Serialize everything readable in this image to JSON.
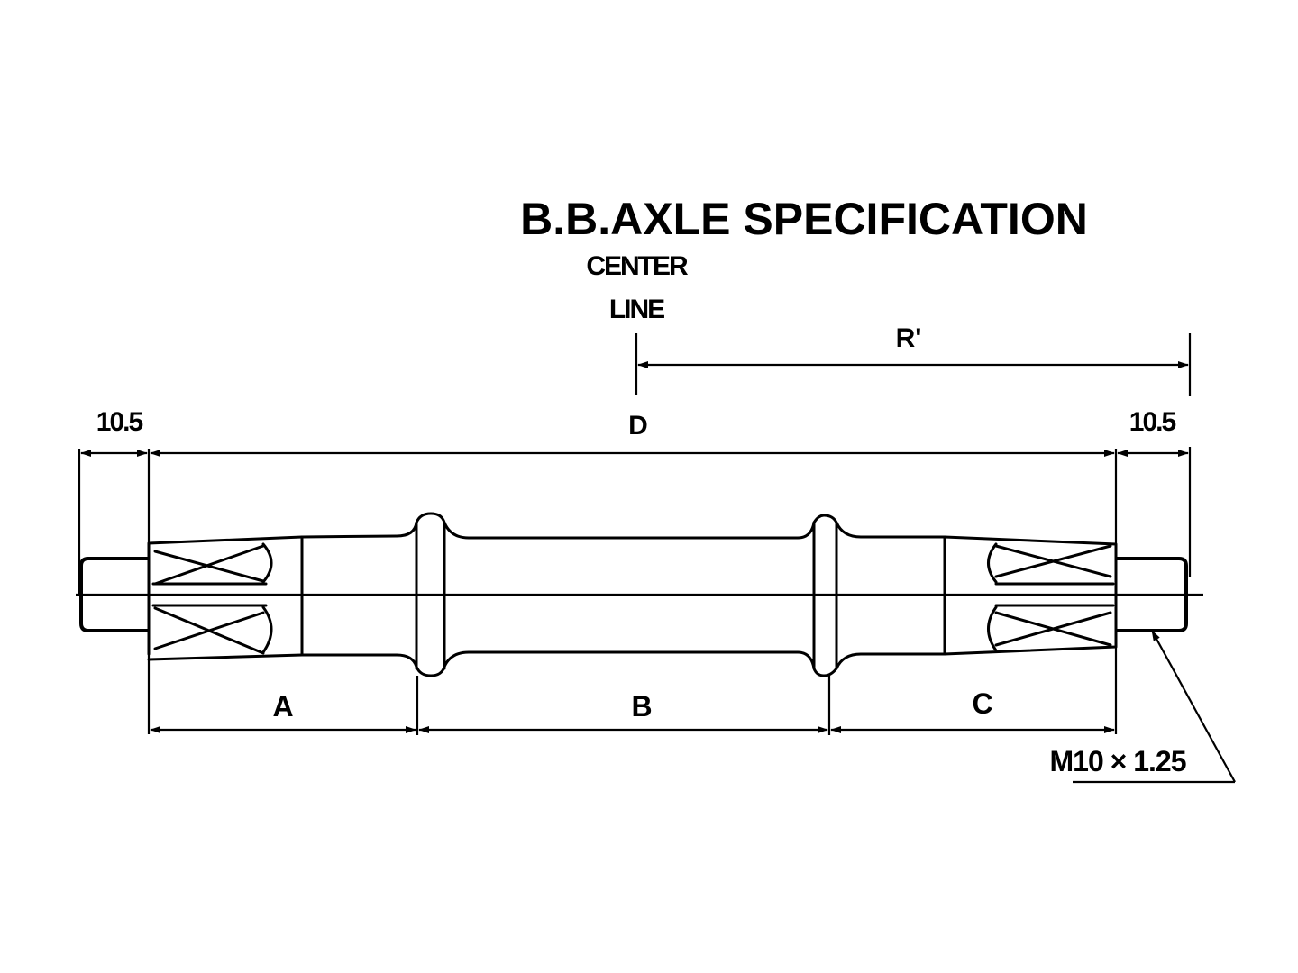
{
  "title": "B.B.AXLE SPECIFICATION",
  "center_line_label": [
    "CENTER",
    "LINE"
  ],
  "dimensions": {
    "left_end": "10.5",
    "right_end": "10.5",
    "overall": "D",
    "center_to_end": "R'",
    "left_section": "A",
    "middle_section": "B",
    "right_section": "C"
  },
  "thread_callout": "M10 × 1.25"
}
